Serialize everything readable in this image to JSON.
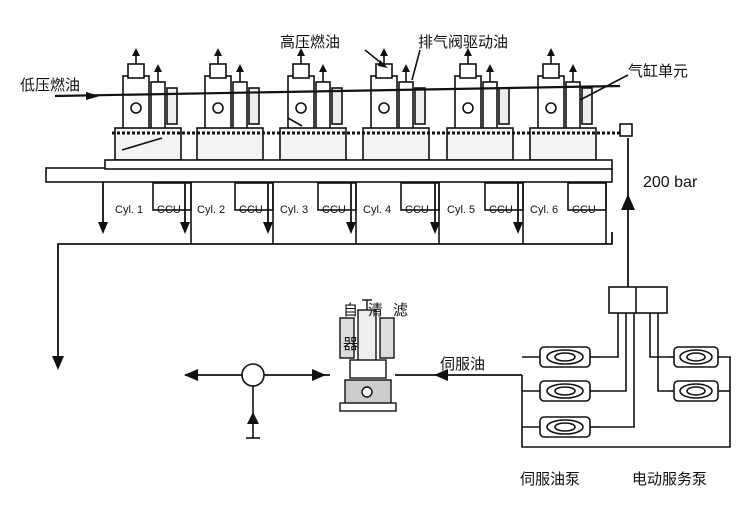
{
  "labels": {
    "low_pressure_fuel": "低压燃油",
    "high_pressure_fuel": "高压燃油",
    "exhaust_valve_oil": "排气阀驱动油",
    "cylinder_unit": "气缸单元",
    "pressure": "200 bar",
    "self_cleaning_filter": "自清滤器",
    "servo_oil": "伺服油",
    "servo_oil_pump": "伺服油泵",
    "electric_service_pump": "电动服务泵"
  },
  "cylinders": [
    {
      "label": "Cyl. 1",
      "ccu": "CCU"
    },
    {
      "label": "Cyl. 2",
      "ccu": "CCU"
    },
    {
      "label": "Cyl. 3",
      "ccu": "CCU"
    },
    {
      "label": "Cyl. 4",
      "ccu": "CCU"
    },
    {
      "label": "Cyl. 5",
      "ccu": "CCU"
    },
    {
      "label": "Cyl. 6",
      "ccu": "CCU"
    }
  ]
}
